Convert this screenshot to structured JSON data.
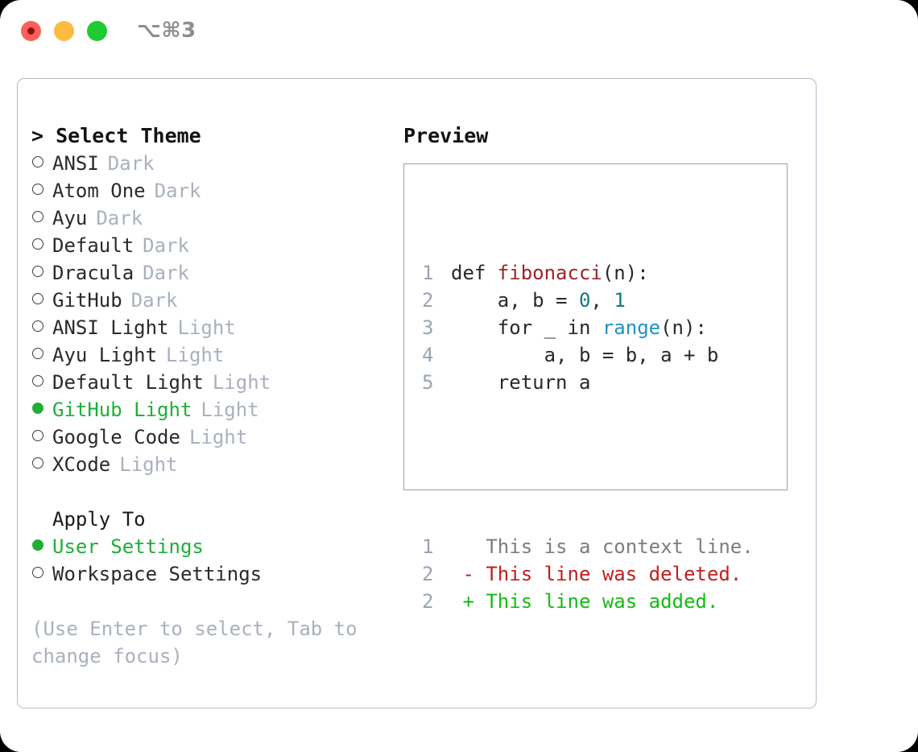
{
  "titlebar": {
    "shortcut": "⌥⌘3",
    "lights": [
      "close-red",
      "minimize-yellow",
      "maximize-green"
    ]
  },
  "theme_picker": {
    "header": "> Select Theme",
    "options": [
      {
        "label": "ANSI",
        "tag": "Dark",
        "selected": false
      },
      {
        "label": "Atom One",
        "tag": "Dark",
        "selected": false
      },
      {
        "label": "Ayu",
        "tag": "Dark",
        "selected": false
      },
      {
        "label": "Default",
        "tag": "Dark",
        "selected": false
      },
      {
        "label": "Dracula",
        "tag": "Dark",
        "selected": false
      },
      {
        "label": "GitHub",
        "tag": "Dark",
        "selected": false
      },
      {
        "label": "ANSI Light",
        "tag": "Light",
        "selected": false
      },
      {
        "label": "Ayu Light",
        "tag": "Light",
        "selected": false
      },
      {
        "label": "Default Light",
        "tag": "Light",
        "selected": false
      },
      {
        "label": "GitHub Light",
        "tag": "Light",
        "selected": true
      },
      {
        "label": "Google Code",
        "tag": "Light",
        "selected": false
      },
      {
        "label": "XCode",
        "tag": "Light",
        "selected": false
      }
    ]
  },
  "apply_to": {
    "title": "Apply To",
    "options": [
      {
        "label": "User Settings",
        "selected": true
      },
      {
        "label": "Workspace Settings",
        "selected": false
      }
    ]
  },
  "hint": "(Use Enter to select, Tab to change focus)",
  "preview": {
    "header": "Preview",
    "code_lines": [
      {
        "num": "1",
        "segments": [
          {
            "text": "def ",
            "style": "plain"
          },
          {
            "text": "fibonacci",
            "style": "fn"
          },
          {
            "text": "(n):",
            "style": "plain"
          }
        ]
      },
      {
        "num": "2",
        "segments": [
          {
            "text": "    a, b = ",
            "style": "plain"
          },
          {
            "text": "0",
            "style": "num"
          },
          {
            "text": ", ",
            "style": "plain"
          },
          {
            "text": "1",
            "style": "num"
          }
        ]
      },
      {
        "num": "3",
        "segments": [
          {
            "text": "    for _ in ",
            "style": "plain"
          },
          {
            "text": "range",
            "style": "call"
          },
          {
            "text": "(n):",
            "style": "plain"
          }
        ]
      },
      {
        "num": "4",
        "segments": [
          {
            "text": "        a, b = b, a + b",
            "style": "plain"
          }
        ]
      },
      {
        "num": "5",
        "segments": [
          {
            "text": "    return a",
            "style": "plain"
          }
        ]
      }
    ],
    "diff_lines": [
      {
        "num": "1",
        "marker": "  ",
        "text": "This is a context line.",
        "kind": "context"
      },
      {
        "num": "2",
        "marker": "- ",
        "text": "This line was deleted.",
        "kind": "deleted"
      },
      {
        "num": "2",
        "marker": "+ ",
        "text": "This line was added.",
        "kind": "added"
      }
    ]
  },
  "colors": {
    "selected_green": "#1faf38",
    "tag_gray": "#a9b1bd",
    "border": "#b4bdca",
    "preview_border": "#96a0b0",
    "fn_red": "#9f2329",
    "num_teal": "#0b7b80",
    "call_blue": "#1e92c7",
    "diff_deleted": "#c0201f",
    "diff_added": "#16ba16",
    "diff_context": "#7d7d7d"
  }
}
